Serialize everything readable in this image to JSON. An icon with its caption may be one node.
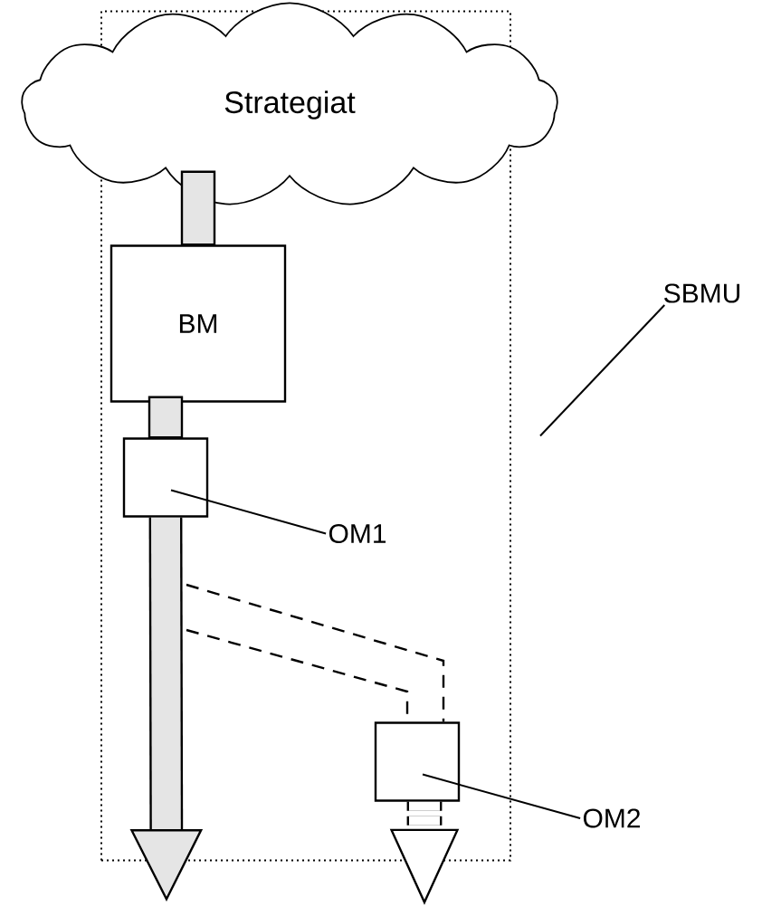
{
  "diagram": {
    "nodes": [
      {
        "text": [],
        "shape": "box"
      },
      {
        "text": [
          "Strategiat"
        ]
      },
      {
        "text": [
          "BM"
        ],
        "in": 0
      },
      {
        "text": [],
        "shape": "box",
        "in": 0
      },
      {
        "text": [],
        "shape": "box",
        "in": 0
      },
      {
        "text": [
          "SBMU"
        ]
      },
      {
        "text": [
          "OM1"
        ],
        "in": 0
      },
      {
        "text": [
          "OM2"
        ]
      }
    ],
    "edges": [
      {
        "from": 1,
        "to": 2,
        "arrow": "none",
        "style": "thick"
      },
      {
        "from": 2,
        "to": 3,
        "arrow": "none",
        "style": "thick"
      },
      {
        "from": 3,
        "to": null,
        "arrow": "to",
        "style": "thick"
      },
      {
        "from": null,
        "to": 4,
        "arrow": "none",
        "style": "dashed"
      },
      {
        "from": null,
        "to": 4,
        "arrow": "none",
        "style": "dashed"
      },
      {
        "from": 4,
        "to": null,
        "arrow": "to",
        "style": "dashed"
      },
      {
        "from": 5,
        "to": 0,
        "arrow": "none"
      },
      {
        "from": 6,
        "to": 3,
        "arrow": "none"
      },
      {
        "from": 7,
        "to": 4,
        "arrow": "none"
      }
    ]
  }
}
